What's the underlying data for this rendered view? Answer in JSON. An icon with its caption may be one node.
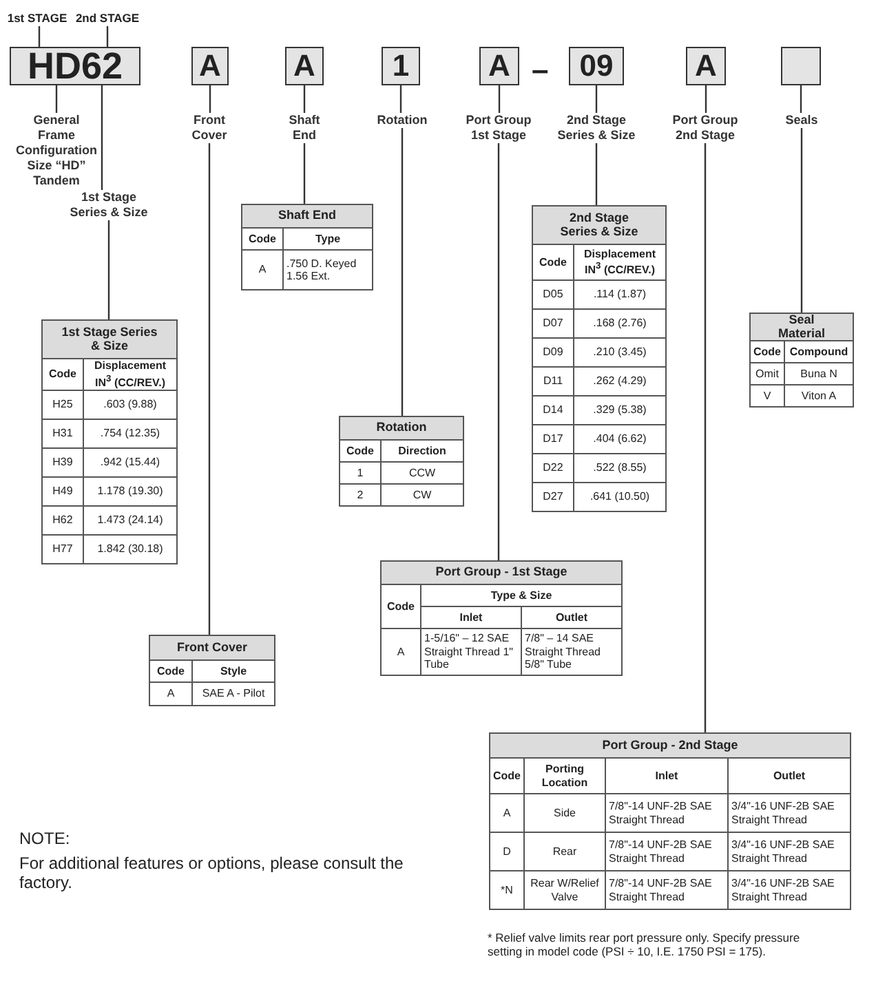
{
  "diagram": {
    "nodes": [
      {
        "text": [
          "1st STAGE"
        ]
      },
      {
        "text": [
          "2nd STAGE"
        ]
      },
      {
        "text": [
          "HD62"
        ]
      },
      {
        "text": [
          "General Frame Configuration Size “HD” Tandem"
        ]
      },
      {
        "text": [
          "1st Stage Series & Size"
        ]
      },
      {
        "text": [
          "A"
        ]
      },
      {
        "text": [
          "Front Cover"
        ]
      },
      {
        "text": [
          "A"
        ]
      },
      {
        "text": [
          "Shaft End"
        ]
      },
      {
        "text": [
          "1"
        ]
      },
      {
        "text": [
          "Rotation"
        ]
      },
      {
        "text": [
          "A"
        ]
      },
      {
        "text": [
          "Port Group 1st Stage"
        ]
      },
      {
        "text": [
          "09"
        ]
      },
      {
        "text": [
          "2nd Stage Series & Size"
        ]
      },
      {
        "text": [
          "A"
        ]
      },
      {
        "text": [
          "Port Group 2nd Stage"
        ]
      },
      {
        "text": [],
        "shape": "box"
      },
      {
        "text": [
          "Seals"
        ]
      },
      {
        "text": [
          "Shaft End",
          "Code",
          "Type",
          "A",
          ".750 D. Keyed 1.56 Ext."
        ]
      },
      {
        "text": [
          "2nd Stage Series & Size",
          "Code",
          "Displacement IN$^{3}$ (CC/REV.)",
          "D05",
          ".114 (1.87)",
          "D07",
          ".168 (2.76)",
          "D09",
          ".210 (3.45)",
          "D11",
          ".262 (4.29)",
          "D14",
          ".329 (5.38)",
          "D17",
          ".404 (6.62)",
          "D22",
          ".522 (8.55)",
          "D27",
          ".641 (10.50)"
        ]
      },
      {
        "text": [
          "Seal Material",
          "Code",
          "Compound",
          "Omit",
          "Buna N",
          "V",
          "Viton A"
        ]
      },
      {
        "text": [
          "1st Stage Series & Size",
          "Code",
          "Displacement IN$^{3}$ (CC/REV.)",
          "H25",
          ".603 (9.88)",
          "H31",
          ".754 (12.35)",
          "H39",
          ".942 (15.44)",
          "H49",
          "1.178 (19.30)",
          "H62",
          "1.473 (24.14)",
          "H77",
          "1.842 (30.18)"
        ]
      },
      {
        "text": [
          "Rotation",
          "Code",
          "Direction",
          "1",
          "CCW",
          "2",
          "CW"
        ]
      },
      {
        "text": [
          "Port Group - 1st Stage",
          "Code",
          "Type & Size",
          "Inlet",
          "Outlet",
          "A",
          "1-5/16\" – 12 SAE Straight Thread 1\" Tube",
          "7/8\" – 14 SAE Straight Thread 5/8\" Tube"
        ]
      },
      {
        "text": [
          "Front Cover",
          "Code",
          "Style",
          "A",
          "SAE A - Pilot"
        ]
      },
      {
        "text": [
          "Port Group - 2nd Stage",
          "Code",
          "Porting Location",
          "Inlet",
          "Outlet",
          "A",
          "Side",
          "7/8\"-14 UNF-2B SAE Straight Thread",
          "3/4\"-16 UNF-2B SAE Straight Thread",
          "D",
          "Rear",
          "7/8\"-14 UNF-2B SAE Straight Thread",
          "3/4\"-16 UNF-2B SAE Straight Thread",
          "*N",
          "Rear W/Relief Valve",
          "7/8\"-14 UNF-2B SAE Straight Thread",
          "3/4\"-16 UNF-2B SAE Straight Thread"
        ]
      }
    ],
    "edges": [
      {
        "from": 0,
        "to": 2,
        "arrow": "none"
      },
      {
        "from": 1,
        "to": 2,
        "arrow": "none"
      },
      {
        "from": 2,
        "to": 3,
        "arrow": "none"
      },
      {
        "from": 2,
        "to": 4,
        "arrow": "none"
      },
      {
        "from": 4,
        "to": 22,
        "arrow": "none"
      },
      {
        "from": 5,
        "to": 6,
        "arrow": "none"
      },
      {
        "from": 6,
        "to": 25,
        "arrow": "none"
      },
      {
        "from": 7,
        "to": 8,
        "arrow": "none"
      },
      {
        "from": 8,
        "to": 19,
        "arrow": "none"
      },
      {
        "from": 9,
        "to": 10,
        "arrow": "none"
      },
      {
        "from": 10,
        "to": 23,
        "arrow": "none"
      },
      {
        "from": 11,
        "to": 12,
        "arrow": "none"
      },
      {
        "from": 12,
        "to": 24,
        "arrow": "none"
      },
      {
        "from": 13,
        "to": 14,
        "arrow": "none"
      },
      {
        "from": 14,
        "to": 20,
        "arrow": "none"
      },
      {
        "from": 15,
        "to": 16,
        "arrow": "none"
      },
      {
        "from": 16,
        "to": 26,
        "arrow": "none"
      },
      {
        "from": 17,
        "to": 18,
        "arrow": "none"
      },
      {
        "from": 18,
        "to": 21,
        "arrow": "none"
      }
    ],
    "labels": [
      "–",
      "NOTE:",
      "For additional features or options, please consult the factory.",
      "* Relief valve limits rear port pressure only. Specify pressure setting in model code (PSI ÷ 10, I.E. 1750 PSI = 175)."
    ]
  }
}
